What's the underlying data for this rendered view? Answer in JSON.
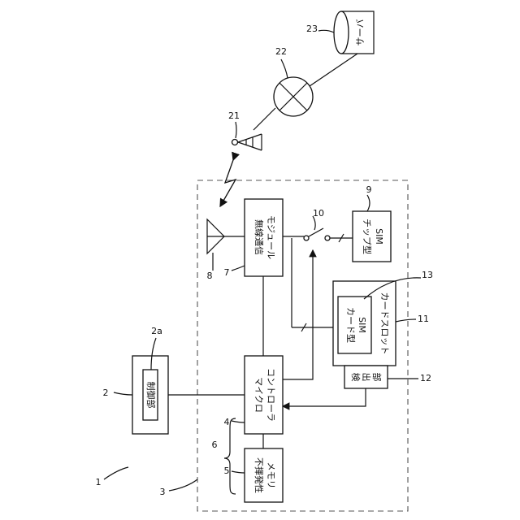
{
  "boxes": {
    "control_unit": "制御部",
    "wireless_module_line1": "無線通信",
    "wireless_module_line2": "モジュール",
    "microcontroller_line1": "マイクロ",
    "microcontroller_line2": "コントローラ",
    "nonvolatile_memory_line1": "不揮発性",
    "nonvolatile_memory_line2": "メモリ",
    "chip_sim_line1": "チップ型",
    "chip_sim_line2": "SIM",
    "card_sim_line1": "カード型",
    "card_sim_line2": "SIM",
    "card_slot": "カードスロット",
    "detector_line1": "検",
    "detector_line2": "出",
    "detector_line3": "部",
    "server": "サーバ"
  },
  "refs": {
    "r1": "1",
    "r2": "2",
    "r2a": "2a",
    "r3": "3",
    "r4": "4",
    "r5": "5",
    "r6": "6",
    "r7": "7",
    "r8": "8",
    "r9": "9",
    "r10": "10",
    "r11": "11",
    "r12": "12",
    "r13": "13",
    "r21": "21",
    "r22": "22",
    "r23": "23"
  }
}
